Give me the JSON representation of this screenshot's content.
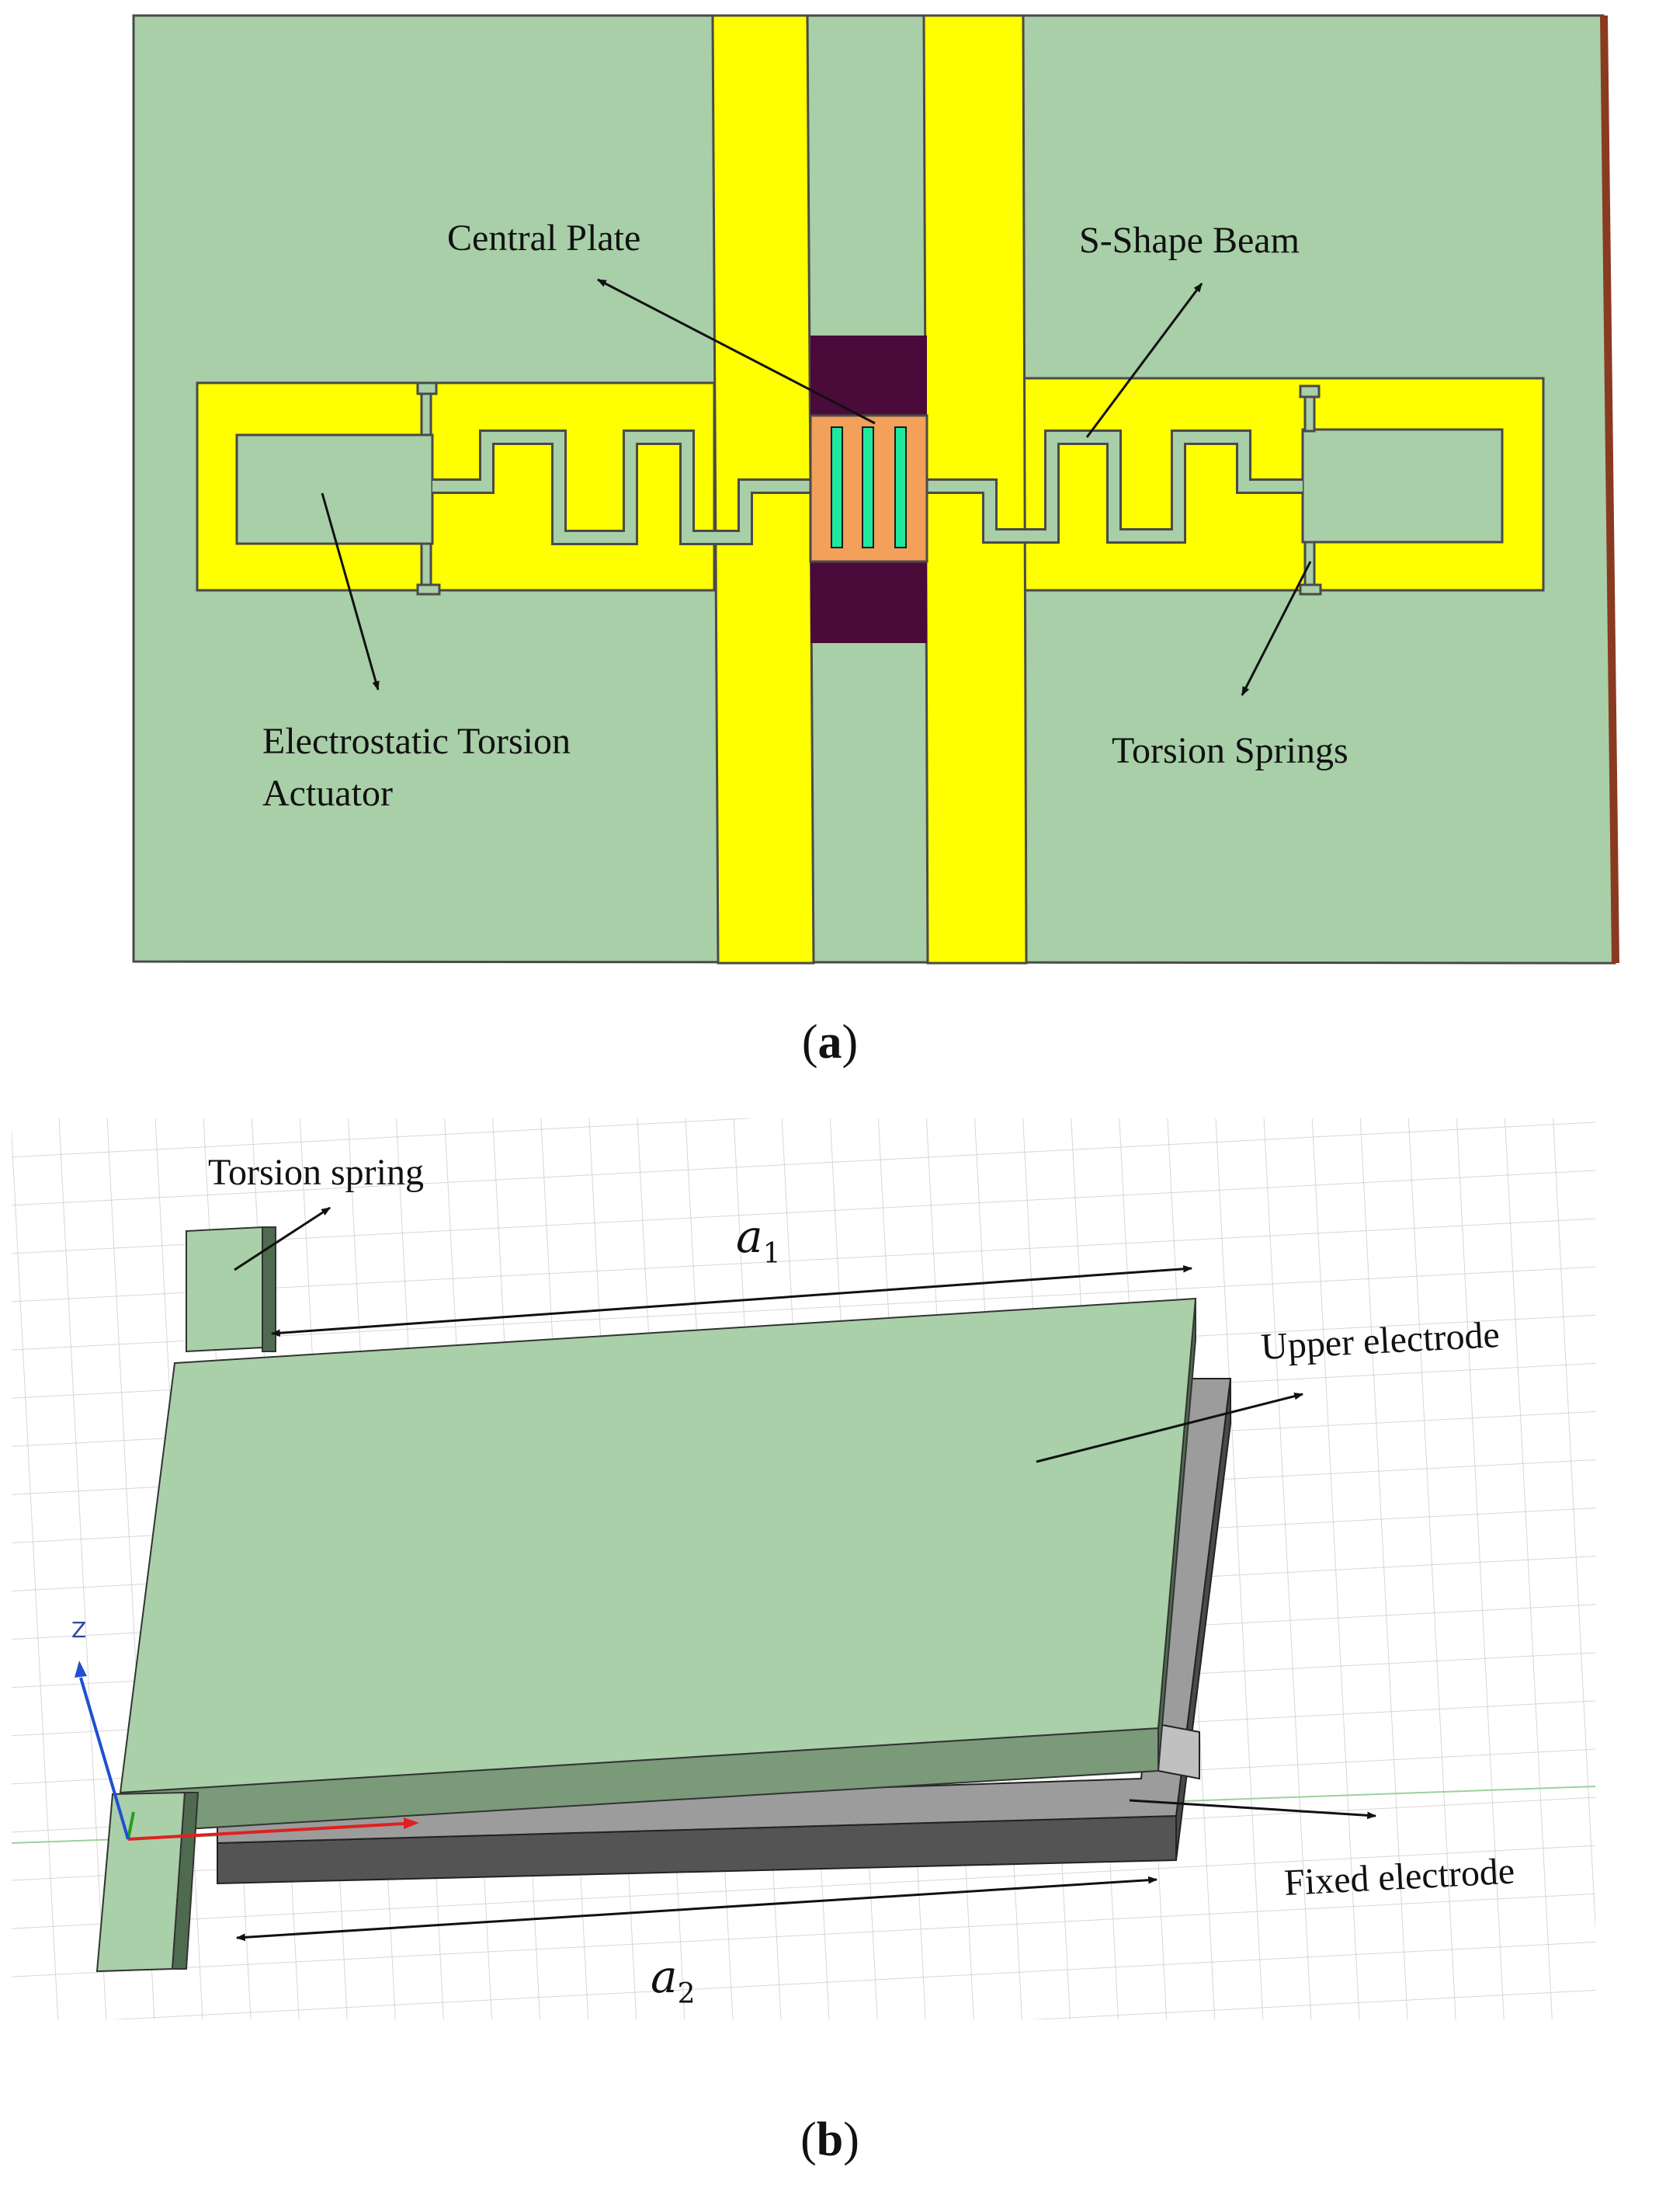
{
  "panel_a": {
    "labels": {
      "central_plate": "Central Plate",
      "s_shape_beam": "S-Shape Beam",
      "actuator_line1": "Electrostatic Torsion",
      "actuator_line2": "Actuator",
      "torsion_springs": "Torsion Springs"
    },
    "caption_letter": "a",
    "colors": {
      "substrate": "#a8cfa8",
      "cpw_signal": "#ffff00",
      "dielectric_pad": "#4a0a3a",
      "central_plate": "#f2a05a",
      "plate_slots": "#1ee8a0",
      "edge": "#8a3a20"
    }
  },
  "panel_b": {
    "labels": {
      "torsion_spring": "Torsion spring",
      "upper_electrode": "Upper electrode",
      "fixed_electrode": "Fixed electrode"
    },
    "dimensions": {
      "a1_symbol": "a",
      "a1_sub": "1",
      "a2_symbol": "a",
      "a2_sub": "2"
    },
    "axis_label": "Z",
    "caption_letter": "b",
    "colors": {
      "electrode_top": "#a9d0a9",
      "electrode_side": "#7a9a7a",
      "fixed_top": "#9a9a9a",
      "fixed_side": "#505050",
      "axis_x": "#e02020",
      "axis_y": "#20a020",
      "axis_z": "#2050d0"
    }
  },
  "captions": {
    "open": "(",
    "close": ")"
  }
}
